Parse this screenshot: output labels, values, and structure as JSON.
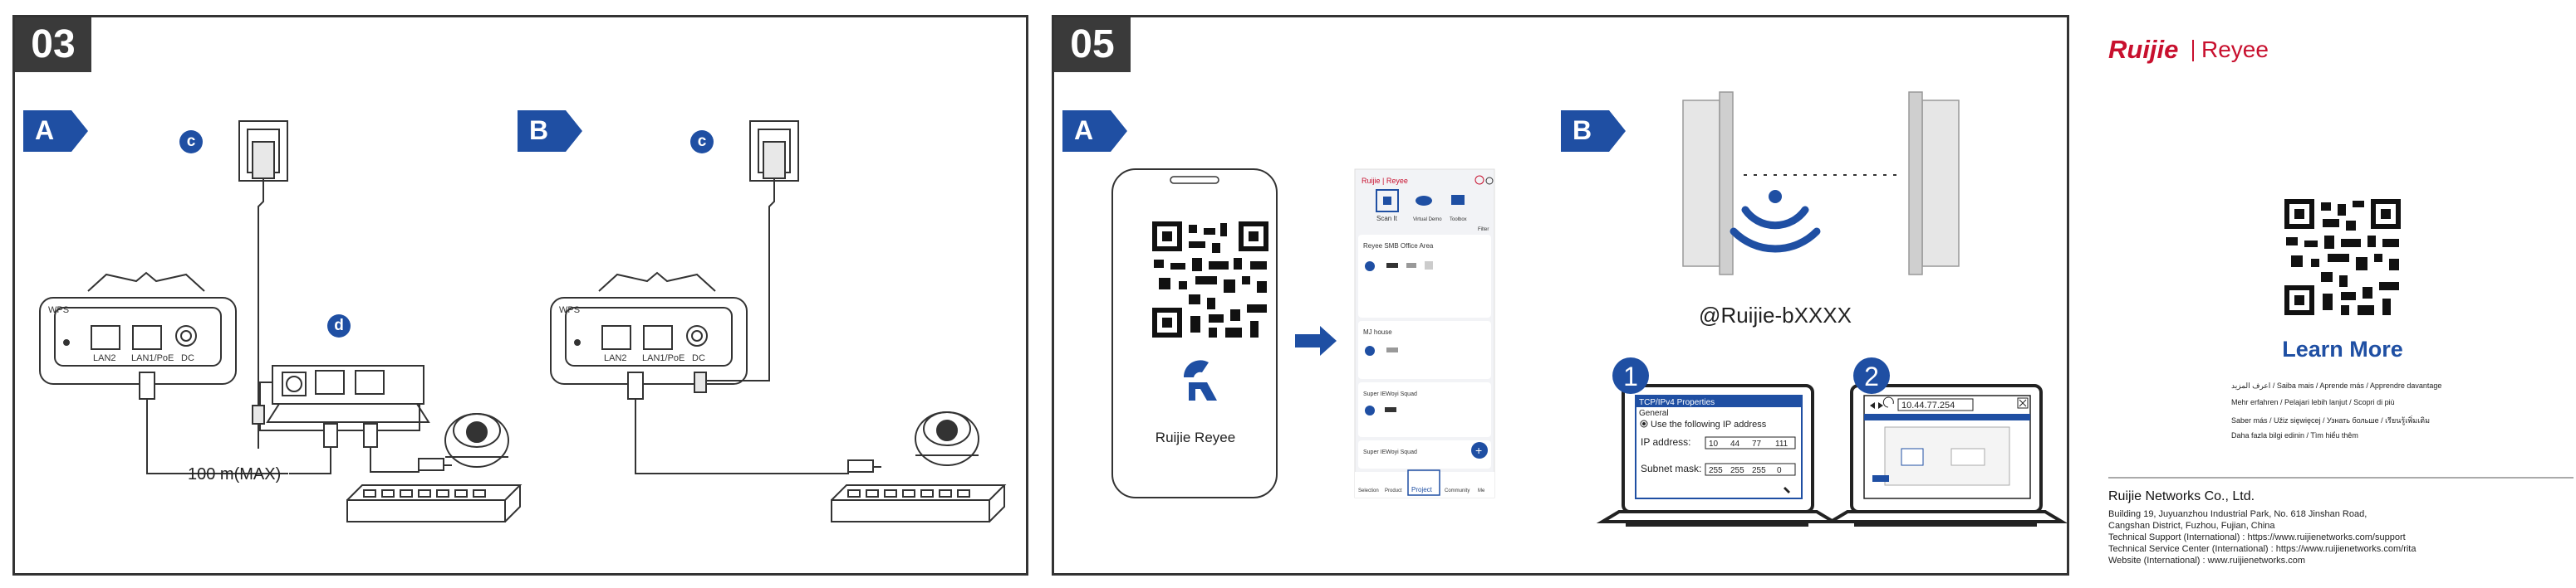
{
  "step03": {
    "number": "03",
    "tag_a": "A",
    "tag_b": "B",
    "badge_c": "c",
    "badge_d": "d",
    "cable_length": "100 m(MAX)",
    "device_ports": [
      "WPS",
      "LAN2",
      "LAN1/PoE",
      "DC"
    ]
  },
  "step05": {
    "number": "05",
    "tag_a": "A",
    "tag_b": "B",
    "app_name": "Ruijie Reyee",
    "app_screen": {
      "brand": "Ruijie | Reyee",
      "toolbar": [
        "Scan It",
        "Virtual Demo",
        "Toolbox"
      ],
      "filter": "Filter",
      "projects": [
        "Reyee SMB Office Area",
        "MJ house",
        "Super IEWoyi Squad",
        "Super IEWoyi Squad"
      ],
      "nav": [
        "Selection",
        "Product",
        "Project",
        "Community",
        "Me"
      ]
    },
    "ssid": "@Ruijie-bXXXX",
    "step1_num": "1",
    "step2_num": "2",
    "tcpip": {
      "title": "TCP/IPv4 Properties",
      "general": "General",
      "use_ip": "Use the following IP address",
      "ip_label": "IP address:",
      "ip_value": [
        "10",
        "44",
        "77",
        "111"
      ],
      "mask_label": "Subnet mask:",
      "mask_value": [
        "255",
        "255",
        "255",
        "0"
      ]
    },
    "browser_url": "10.44.77.254"
  },
  "right": {
    "learn_more": "Learn More",
    "languages": [
      "اعرف المزيد / Saiba mais / Aprende más / Apprendre davantage",
      "Mehr erfahren / Pelajari lebih lanjut / Scopri di più",
      "Saber más / Užiz sięwięcej / Узнать больше / เรียนรู้เพิ่มเติม",
      "Daha fazla bilgi edinin / Tìm hiểu thêm"
    ],
    "company": "Ruijie Networks Co., Ltd.",
    "address_lines": [
      "Building 19, Juyuanzhou Industrial Park, No. 618 Jinshan Road,",
      "Cangshan District, Fuzhou, Fujian, China",
      "Technical Support (International) : https://www.ruijienetworks.com/support",
      "Technical Service Center (International) : https://www.ruijienetworks.com/rita",
      "Website (International) : www.ruijienetworks.com"
    ]
  },
  "colors": {
    "brand_red": "#c8102e",
    "accent_blue": "#1f4fa3",
    "dark": "#3a3a3a"
  }
}
